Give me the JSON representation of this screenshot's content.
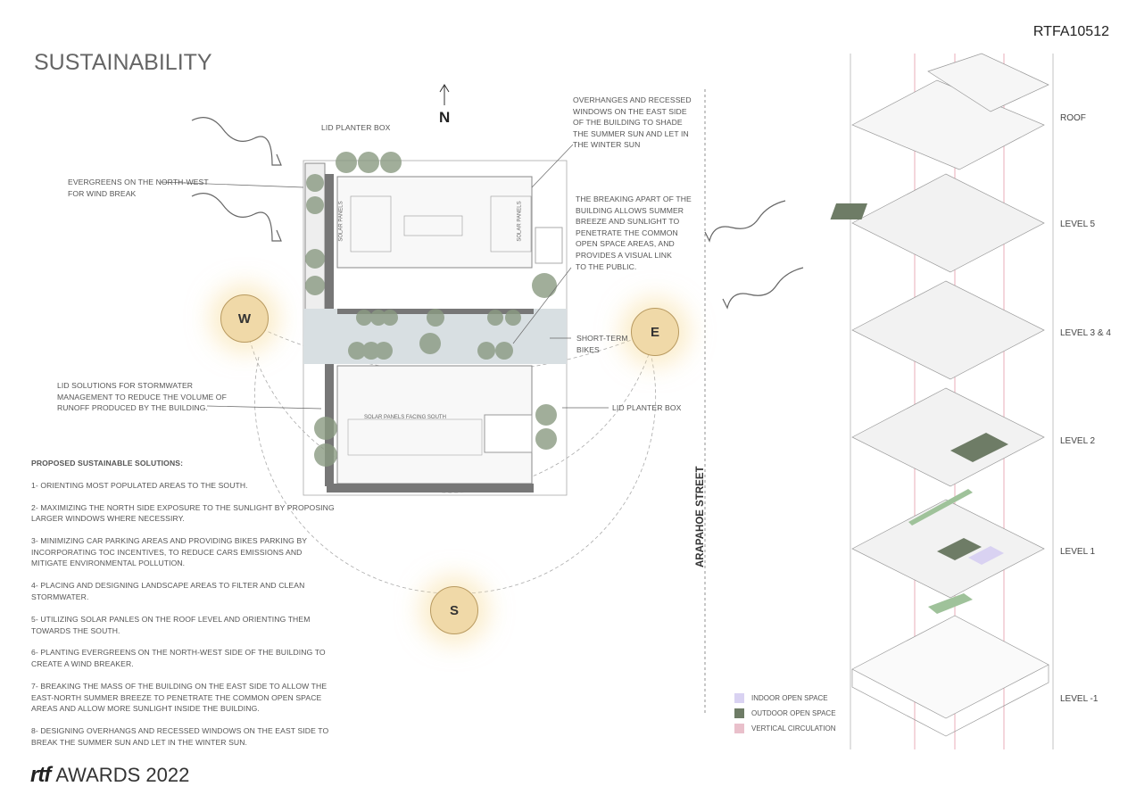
{
  "header": {
    "title": "SUSTAINABILITY",
    "code": "RTFA10512"
  },
  "plan": {
    "north": "N",
    "street": "ARAPAHOE STREET",
    "suns": [
      "W",
      "E",
      "S"
    ],
    "labels": {
      "planter_top": "LID PLANTER BOX",
      "planter_right": "LID PLANTER BOX",
      "evergreens": [
        "EVERGREENS ON THE NORTH-WEST",
        "FOR WIND BREAK"
      ],
      "overhangs": [
        "OVERHANGES AND RECESSED",
        "WINDOWS ON THE EAST SIDE",
        "OF THE BUILDING TO SHADE",
        "THE SUMMER SUN AND LET IN",
        "THE WINTER SUN"
      ],
      "breaking": [
        "THE BREAKING APART OF THE",
        "BUILDING ALLOWS SUMMER",
        "BREEZE AND SUNLIGHT TO",
        "PENETRATE THE COMMON",
        "OPEN SPACE AREAS, AND",
        "PROVIDES A VISUAL LINK",
        "TO THE PUBLIC."
      ],
      "bikes": [
        "SHORT-TERM",
        "BIKES"
      ],
      "lid": [
        "LID SOLUTIONS FOR STORMWATER",
        "MANAGEMENT TO REDUCE THE VOLUME OF",
        "RUNOFF PRODUCED BY THE BUILDING."
      ],
      "solar_left": "SOLAR PANELS",
      "solar_right": "SOLAR PANELS",
      "solar_south": "SOLAR PANELS FACING SOUTH"
    }
  },
  "solutions": {
    "heading": "PROPOSED SUSTAINABLE SOLUTIONS:",
    "items": [
      "1- ORIENTING MOST POPULATED AREAS TO THE SOUTH.",
      "2- MAXIMIZING THE NORTH SIDE EXPOSURE TO THE SUNLIGHT BY PROPOSING LARGER WINDOWS WHERE NECESSIRY.",
      "3- MINIMIZING CAR PARKING AREAS AND PROVIDING BIKES PARKING BY INCORPORATING TOC INCENTIVES, TO REDUCE CARS EMISSIONS AND MITIGATE ENVIRONMENTAL POLLUTION.",
      "4- PLACING AND DESIGNING LANDSCAPE AREAS TO FILTER AND CLEAN STORMWATER.",
      "5- UTILIZING SOLAR PANLES ON THE ROOF LEVEL AND ORIENTING THEM TOWARDS THE SOUTH.",
      "6- PLANTING EVERGREENS ON THE NORTH-WEST SIDE OF THE BUILDING TO CREATE A WIND BREAKER.",
      "7- BREAKING THE MASS OF THE BUILDING ON THE EAST SIDE TO ALLOW THE EAST-NORTH SUMMER BREEZE TO PENETRATE THE COMMON OPEN SPACE AREAS AND ALLOW MORE SUNLIGHT INSIDE THE BUILDING.",
      "8- DESIGNING OVERHANGS AND RECESSED WINDOWS ON THE EAST SIDE TO BREAK THE SUMMER SUN AND LET IN THE WINTER SUN."
    ]
  },
  "levels": [
    "ROOF",
    "LEVEL 5",
    "LEVEL 3 & 4",
    "LEVEL 2",
    "LEVEL 1",
    "LEVEL -1"
  ],
  "legend": [
    {
      "label": "INDOOR OPEN SPACE",
      "color": "#d9d2f2"
    },
    {
      "label": "OUTDOOR OPEN SPACE",
      "color": "#6e7c66"
    },
    {
      "label": "VERTICAL CIRCULATION",
      "color": "#e9c0cb"
    }
  ],
  "footer": {
    "logo": "rtf",
    "awards": "AWARDS 2022"
  }
}
